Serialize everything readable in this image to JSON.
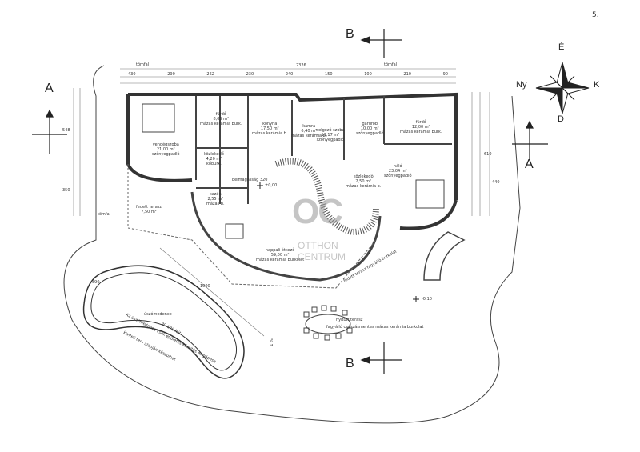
{
  "page_number": "5.",
  "compass": {
    "north": "É",
    "west": "Ny",
    "east": "K",
    "south": "D"
  },
  "sections": {
    "a_left": "A",
    "a_right": "A",
    "b_top": "B",
    "b_bottom": "B"
  },
  "walls": {
    "top_label": "tömfal",
    "left_label": "tömfal",
    "top_dimension": "2326"
  },
  "rooms": [
    {
      "name": "vendégszoba",
      "area": "21,00 m²",
      "floor": "szőnyegpadló"
    },
    {
      "name": "fürdő",
      "area": "8,05 m²",
      "floor": "mázas kerámia burk."
    },
    {
      "name": "konyha",
      "area": "17,50 m²",
      "floor": "mázas kerámia b."
    },
    {
      "name": "kamra",
      "area": "6,40 m²",
      "floor": "mázas kerámia b."
    },
    {
      "name": "közlekedő",
      "area": "4,20 m²",
      "floor": "kőburk."
    },
    {
      "name": "kazán",
      "area": "2,55 m²",
      "floor": "mázas b."
    },
    {
      "name": "fedett terasz",
      "area": "7,50 m²",
      "floor": ""
    },
    {
      "name": "dolgozó szoba",
      "area": "11,17 m²",
      "floor": "szőnyegpadló"
    },
    {
      "name": "gardrób",
      "area": "10,00 m²",
      "floor": "szőnyegpadló"
    },
    {
      "name": "fürdő",
      "area": "12,00 m²",
      "floor": "mázas kerámia burk."
    },
    {
      "name": "háló",
      "area": "23,04 m²",
      "floor": "szőnyegpadló"
    },
    {
      "name": "közlekedő",
      "area": "2,50 m²",
      "floor": "mázas kerámia b."
    },
    {
      "name": "nappali étkező",
      "area": "59,00 m²",
      "floor": "mázas kerámia burkolat"
    }
  ],
  "annotations": {
    "ceiling_height": "belmagasság 320",
    "level_zero": "±0,00",
    "level_outside": "-0,10",
    "covered_terrace_note": "fedett terasz fagyálló burkolat",
    "pool": "úszómedence",
    "pool_slope": "90-170 lejt",
    "pool_note_1": "Az úszómedence csak épületes készítés és gépész",
    "pool_note_2": "kiviteli terv alapján készülhet",
    "open_terrace": "nyitott terasz",
    "open_terrace_floor": "fagyálló csúszásmentes mázas kerámia burkolat",
    "slope": "1 %"
  },
  "dimensions": [
    "430",
    "290",
    "262",
    "230",
    "240",
    "150",
    "100",
    "210",
    "90",
    "1000",
    "390",
    "440",
    "610",
    "548",
    "350"
  ],
  "watermark": {
    "logo": "OC",
    "line1": "OTTHON",
    "line2": "CENTRUM"
  }
}
